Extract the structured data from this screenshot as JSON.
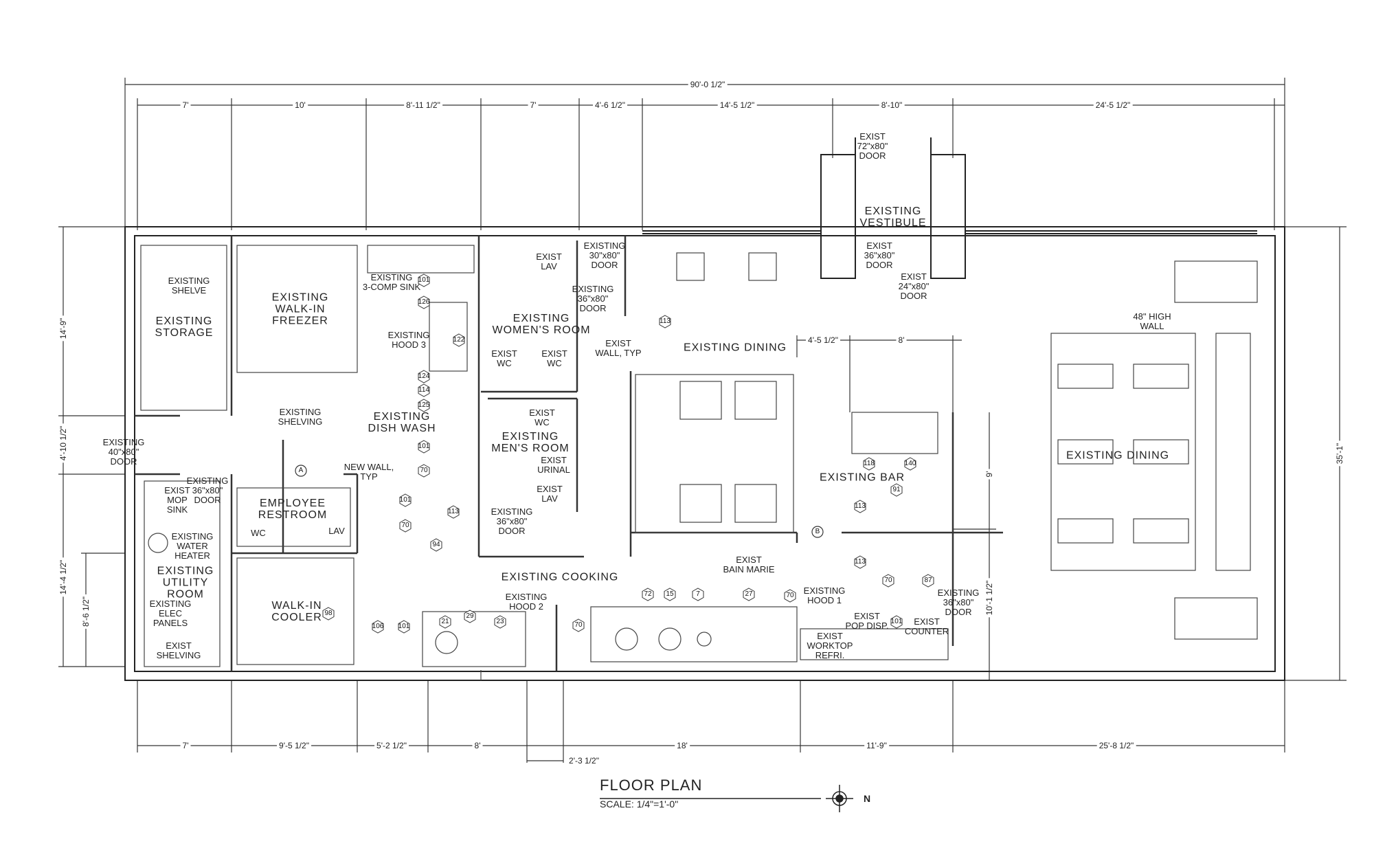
{
  "plan": {
    "title": "FLOOR PLAN",
    "scale": "SCALE: 1/4\"=1'-0\"",
    "north_label": "N",
    "rooms": {
      "storage": "EXISTING\nSTORAGE",
      "freezer": "EXISTING\nWALK-IN\nFREEZER",
      "dish_wash": "EXISTING\nDISH WASH",
      "womens_room": "EXISTING\nWOMEN'S ROOM",
      "mens_room": "EXISTING\nMEN'S ROOM",
      "employee_restroom": "EMPLOYEE\nRESTROOM",
      "utility_room": "EXISTING\nUTILITY\nROOM",
      "walk_in_cooler": "WALK-IN\nCOOLER",
      "cooking": "EXISTING COOKING",
      "dining_center": "EXISTING DINING",
      "dining_right": "EXISTING DINING",
      "bar": "EXISTING BAR",
      "vestibule": "EXISTING\nVESTIBULE"
    },
    "notes": {
      "shelve": "EXISTING\nSHELVE",
      "shelving_mid": "EXISTING\nSHELVING",
      "sink3": "EXISTING\n3-COMP SINK",
      "hood3": "EXISTING\nHOOD 3",
      "door_40": "EXISTING\n40\"x80\"\nDOOR",
      "door_36_util": "EXISTING\n36\"x80\"\nDOOR",
      "mop_sink": "EXIST\nMOP\nSINK",
      "water_heater": "EXISTING\nWATER\nHEATER",
      "elec_panels": "EXISTING\nELEC\nPANELS",
      "exist_shelving": "EXIST\nSHELVING",
      "new_wall": "NEW WALL,\nTYP",
      "wc_emp": "WC",
      "lav_emp": "LAV",
      "exist_lav_w": "EXIST\nLAV",
      "door_30": "EXISTING\n30\"x80\"\nDOOR",
      "door_36_w": "EXISTING\n36\"x80\"\nDOOR",
      "exist_wall": "EXIST\nWALL, TYP",
      "wc_w1": "EXIST\nWC",
      "wc_w2": "EXIST\nWC",
      "wc_m": "EXIST\nWC",
      "urinal": "EXIST\nURINAL",
      "lav_m": "EXIST\nLAV",
      "door_36_m": "EXISTING\n36\"x80\"\nDOOR",
      "hood2": "EXISTING\nHOOD 2",
      "bain_marie": "EXIST\nBAIN MARIE",
      "hood1": "EXISTING\nHOOD 1",
      "pop_disp": "EXIST\nPOP DISP.",
      "exist_counter": "EXIST\nCOUNTER",
      "worktop": "EXIST\nWORKTOP\nREFRI.",
      "door_36_bar": "EXISTING\n36\"x80\"\nDOOR",
      "door_72": "EXIST\n72\"x80\"\nDOOR",
      "door_36_vest": "EXIST\n36\"x80\"\nDOOR",
      "door_24": "EXIST\n24\"x80\"\nDOOR",
      "high_wall": "48\" HIGH\nWALL"
    },
    "section_marks": [
      "A",
      "B"
    ],
    "dims": {
      "overall": "90'-0 1/2\"",
      "top": [
        "7'",
        "10'",
        "8'-11 1/2\"",
        "7'",
        "4'-6 1/2\"",
        "14'-5 1/2\"",
        "8'-10\"",
        "24'-5 1/2\""
      ],
      "bottom": [
        "7'",
        "9'-5 1/2\"",
        "5'-2 1/2\"",
        "8'",
        "18'",
        "11'-9\"",
        "25'-8 1/2\""
      ],
      "bottom_extra": "2'-3 1/2\"",
      "left": [
        "14'-9\"",
        "4'-10 1/2\"",
        "14'-4 1/2\"",
        "8'-6 1/2\""
      ],
      "right": [
        "35'-1\"",
        "9'",
        "10'-1 1/2\""
      ],
      "bar_top": [
        "4'-5 1/2\"",
        "8'"
      ]
    },
    "equipment_tags": [
      "101",
      "126",
      "122",
      "124",
      "114",
      "125",
      "101",
      "70",
      "113",
      "94",
      "101",
      "70",
      "113",
      "98",
      "106",
      "101",
      "21",
      "29",
      "23",
      "70",
      "72",
      "15",
      "7",
      "27",
      "70",
      "118",
      "140",
      "91",
      "113",
      "113",
      "70",
      "87",
      "101"
    ]
  }
}
